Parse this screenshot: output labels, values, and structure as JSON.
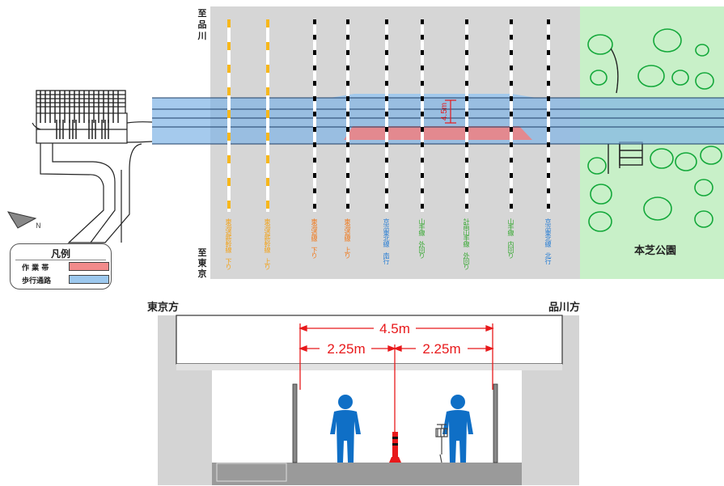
{
  "plan": {
    "toward_shinagawa": "至\n品\n川",
    "toward_tokyo": "至\n東\n京",
    "width_label": "4.5m",
    "park_label": "本芝公園",
    "tracks": [
      {
        "label": "東海道新幹線　下り",
        "color": "#f2a31b",
        "stripe": "#f7b71a"
      },
      {
        "label": "東海道新幹線　上り",
        "color": "#f2a31b",
        "stripe": "#f7b71a"
      },
      {
        "label": "東海道線　下り",
        "color": "#f07a1e",
        "stripe": "#000000"
      },
      {
        "label": "東海道線　上り",
        "color": "#f07a1e",
        "stripe": "#000000"
      },
      {
        "label": "京浜東北線　南行",
        "color": "#2a7fd4",
        "stripe": "#000000"
      },
      {
        "label": "山手線　外回り",
        "color": "#3aa935",
        "stripe": "#000000"
      },
      {
        "label": "計画山手線　外回り",
        "color": "#3aa935",
        "stripe": "#000000"
      },
      {
        "label": "山手線　内回り",
        "color": "#3aa935",
        "stripe": "#000000"
      },
      {
        "label": "京浜東北線　北行",
        "color": "#2a7fd4",
        "stripe": "#000000"
      }
    ]
  },
  "legend": {
    "title": "凡例",
    "items": [
      {
        "label": "作 業 帯",
        "color": "#f28b8b"
      },
      {
        "label": "歩行通路",
        "color": "#9cc8ee"
      }
    ]
  },
  "section": {
    "left_label": "東京方",
    "right_label": "品川方",
    "total_width": "4.5m",
    "half_left": "2.25m",
    "half_right": "2.25m"
  },
  "colors": {
    "walkway": "#7fb4e6",
    "work_zone": "#f08080",
    "rail_area": "#d6d6d6",
    "park": "#c8f0c8",
    "dimension": "#e8191b",
    "person": "#0f6fc6"
  }
}
